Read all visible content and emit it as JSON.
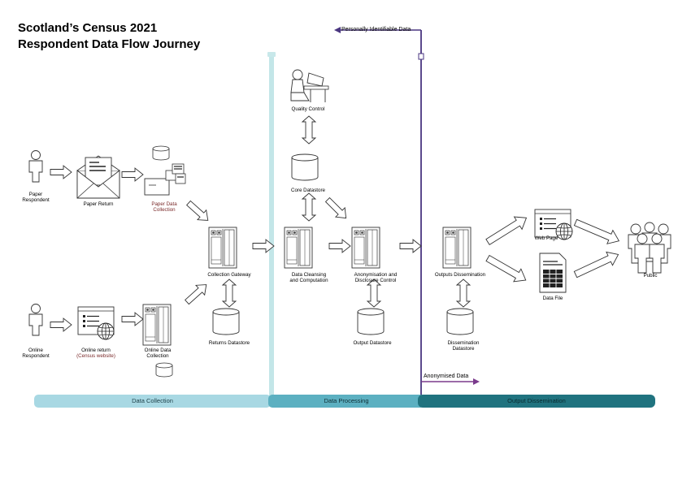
{
  "title": {
    "line1": "Scotland’s Census 2021",
    "line2": "Respondent Data Flow Journey"
  },
  "nodes": {
    "paper_respondent": "Paper\nRespondent",
    "paper_return": "Paper Return",
    "paper_data_collection": "Paper Data\nCollection",
    "online_respondent": "Online\nRespondent",
    "online_return": "Online return",
    "online_return_sub": "(Census website)",
    "online_data_collection": "Online Data\nCollection",
    "collection_gateway": "Collection Gateway",
    "returns_datastore": "Returns Datastore",
    "quality_control": "Quality Control",
    "core_datastore": "Core Datastore",
    "data_cleansing": "Data Cleansing\nand Computation",
    "anonymisation": "Anonymisation and\nDisclosure Control",
    "output_datastore": "Output Datastore",
    "outputs_dissemination": "Outputs Dissemination",
    "dissemination_datastore": "Dissemination\nDatastore",
    "web_page": "Web Page",
    "data_file": "Data File",
    "public": "Public"
  },
  "flows": {
    "pii": "Personally Identifiable Data",
    "anonymised": "Anonymised Data"
  },
  "phases": {
    "collection": "Data Collection",
    "processing": "Data Processing",
    "dissemination": "Output Dissemination"
  },
  "colors": {
    "phase_collection": "#a9d9e4",
    "phase_processing": "#5db1c2",
    "phase_dissemination": "#1f7480",
    "pii_line": "#5a3e8c",
    "anon_line": "#6a3a8c",
    "divider": "#bfe3e6"
  }
}
